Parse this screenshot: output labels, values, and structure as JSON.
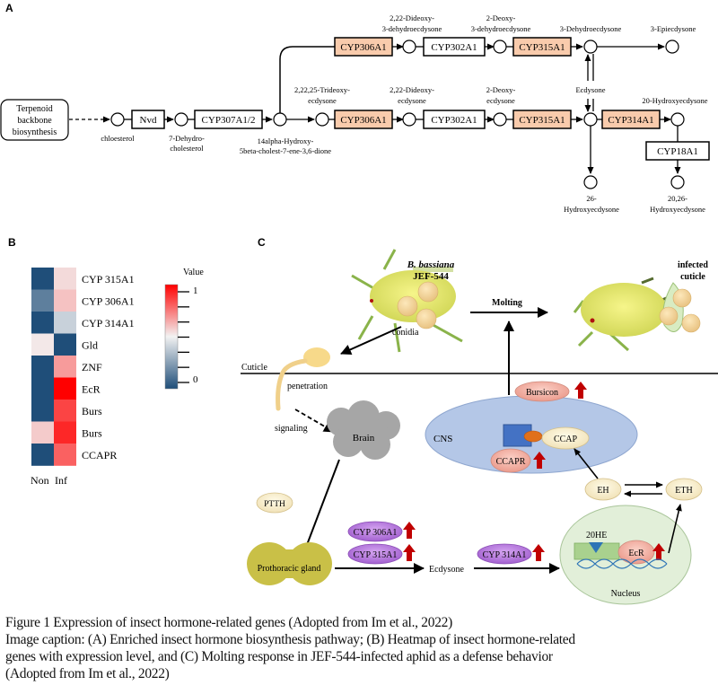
{
  "panels": {
    "a": {
      "label": "A",
      "start_box": [
        "Terpenoid",
        "backbone",
        "biosynthesis"
      ],
      "enzymes": {
        "nvd": "Nvd",
        "cyp307": "CYP307A1/2",
        "top_cyp306": "CYP306A1",
        "top_cyp302": "CYP302A1",
        "top_cyp315": "CYP315A1",
        "bot_cyp306": "CYP306A1",
        "bot_cyp302": "CYP302A1",
        "bot_cyp315": "CYP315A1",
        "cyp314": "CYP314A1",
        "cyp18": "CYP18A1"
      },
      "highlighted_enzymes": [
        "CYP306A1",
        "CYP315A1",
        "CYP314A1"
      ],
      "compounds": {
        "chol": "chloesterol",
        "dehydro": [
          "7-Dehydro-",
          "cholesterol"
        ],
        "hydroxy": [
          "14alpha-Hydroxy-",
          "5beta-cholest-7-ene-3,6-dione"
        ],
        "top1": [
          "2,22-Dideoxy-",
          "3-dehydroecdysone"
        ],
        "top2": [
          "2-Deoxy-",
          "3-dehydroecdysone"
        ],
        "top3": "3-Dehydroecdysone",
        "top4": "3-Epiecdysone",
        "bot0": [
          "2,22,25-Trideoxy-",
          "ecdysone"
        ],
        "bot1": [
          "2,22-Dideoxy-",
          "ecdysone"
        ],
        "bot2": [
          "2-Deoxy-",
          "ecdysone"
        ],
        "ecdysone": "Ecdysone",
        "hydroxyecd": "20-Hydroxyecdysone",
        "h26": [
          "26-",
          "Hydroxyecdysone"
        ],
        "h2026": [
          "20,26-",
          "Hydroxyecdysone"
        ]
      },
      "colors": {
        "highlight_fill": "#f9cbac",
        "plain_fill": "#ffffff"
      }
    },
    "b": {
      "label": "B",
      "legend_title": "Value",
      "legend_ticks": [
        "1",
        "0"
      ],
      "colors": {
        "low": "#1f4e79",
        "mid": "#f2f2f2",
        "high": "#ff0000"
      }
    },
    "c": {
      "label": "C",
      "fungus_label": [
        "B. bassiana",
        "JEF-544"
      ],
      "conidia": "conidia",
      "molting": "Molting",
      "infected_cuticle": [
        "infected",
        "cuticle"
      ],
      "cuticle": "Cuticle",
      "penetration": "penetration",
      "signaling": "signaling",
      "brain": "Brain",
      "cns": "CNS",
      "bursicon": "Bursicon",
      "ccap": "CCAP",
      "ccapr": "CCAPR",
      "eh": "EH",
      "eth": "ETH",
      "ptth": "PTTH",
      "cyp306": "CYP 306A1",
      "cyp315": "CYP 315A1",
      "cyp314": "CYP 314A1",
      "gland": "Prothoracic  gland",
      "ecdysone": "Ecdysone",
      "hormone_20he": "20HE",
      "ecr": "EcR",
      "nucleus": "Nucleus",
      "upregulated_marker": "red-up-arrow"
    }
  },
  "chart_data": {
    "type": "heatmap",
    "title": "",
    "columns": [
      "Non",
      "Inf"
    ],
    "rows": [
      "CYP 315A1",
      "CYP 306A1",
      "CYP 314A1",
      "Gld",
      "ZNF",
      "EcR",
      "Burs",
      "Burs",
      "CCAPR"
    ],
    "values": [
      [
        0.0,
        0.55
      ],
      [
        0.15,
        0.6
      ],
      [
        0.0,
        0.4
      ],
      [
        0.52,
        0.0
      ],
      [
        0.0,
        0.68
      ],
      [
        0.0,
        1.0
      ],
      [
        0.0,
        0.86
      ],
      [
        0.58,
        0.92
      ],
      [
        0.0,
        0.8
      ]
    ],
    "colorbar": {
      "label": "Value",
      "range": [
        0,
        1
      ],
      "tick_labels": [
        "0",
        "1"
      ],
      "minor_ticks": 7
    }
  },
  "caption": {
    "lines": [
      "Figure 1 Expression of insect hormone-related genes (Adopted from Im et al., 2022)",
      "Image caption: (A) Enriched insect hormone biosynthesis pathway; (B) Heatmap of insect hormone-related",
      "genes with expression level, and (C) Molting response in JEF-544-infected aphid as a defense behavior",
      "(Adopted from Im et al., 2022)"
    ]
  }
}
